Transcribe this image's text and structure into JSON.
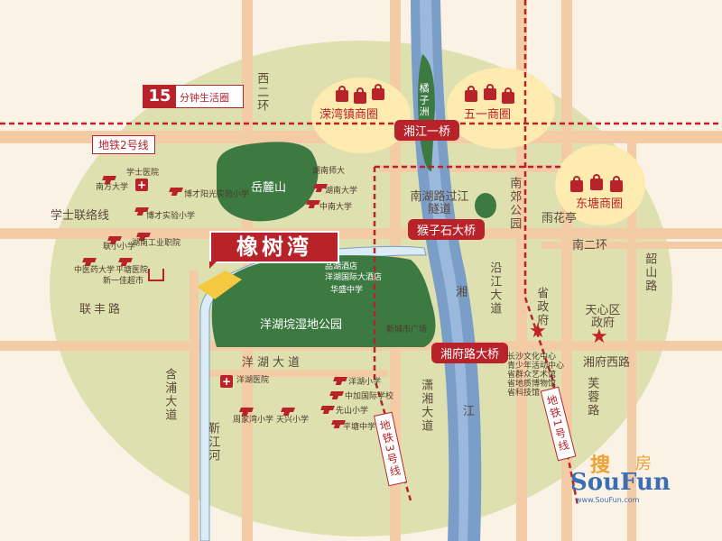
{
  "legend": {
    "number": "15",
    "text": "分钟生活圈"
  },
  "project": {
    "name": "橡树湾"
  },
  "commercial": {
    "hanwan": "溁湾镇商圈",
    "wuyi": "五一商圈",
    "dongtang": "东塘商圈",
    "yuhuating": "雨花亭"
  },
  "bridges": {
    "xiangjiang1": "湘江一桥",
    "houzishi": "猴子石大桥",
    "xiangfu": "湘府路大桥"
  },
  "metro": {
    "line2": "地铁2号线",
    "line3": "地铁3号线",
    "line1": "地铁1号线"
  },
  "roads": {
    "xierhuan": "西二环",
    "xueshi": "学士联络线",
    "lianfeng": "联丰路",
    "yanghu": "洋湖大道",
    "hanpu": "含浦大道",
    "jinjiang": "靳江河",
    "xiaoxiang": "潇湘大道",
    "yanjiang": "沿江大道",
    "nanerhuan": "南二环",
    "shaoshan": "韶山路",
    "xiangfuxi": "湘府西路",
    "furong": "芙蓉路",
    "nanhu": "南湖路过江隧道"
  },
  "places": {
    "juzizhou": "橘子洲",
    "yueshan": "岳麓山",
    "nanjiao": "南郊公园",
    "yanghu_park": "洋湖垸湿地公园",
    "xiang": "湘",
    "jiang": "江",
    "gov": "省政府",
    "tianxin": "天心区政府"
  },
  "pois": {
    "nanfang": "南方大学",
    "xueshi_hosp": "学士医院",
    "xinzhi": "博才阳光实验小学",
    "boca": "博才实验小学",
    "lianxiao": "联小小学",
    "hunan_gy": "湖南工业职院",
    "chinese_med": "中医药大学",
    "hunan_shifan": "湖南师大",
    "zhongnan": "中南大学",
    "hunan_u": "湖南大学",
    "pingdian": "平塘医院",
    "hanwan": "新一佳超市",
    "yh_hosp": "洋湖医院",
    "yh_school": "洋湖小学",
    "zhongjian": "中加国际学校",
    "xianshan": "先山小学",
    "pingzheng": "平塘中学",
    "zhoujia": "周家湾小学",
    "tianxing": "天兴小学",
    "hotel1": "品湖酒店",
    "hotel2": "洋湖国际大酒店",
    "school3": "华盛中学",
    "new_mall": "新城市广场",
    "culture1": "长沙文化中心",
    "culture2": "青少年活动中心",
    "culture3": "省群众艺术馆",
    "culture4": "省地质博物馆",
    "culture5": "省科技馆"
  },
  "watermark": {
    "cn1": "搜",
    "cn2": "房",
    "brand": "SouFun",
    "url": "www.SouFun.com"
  },
  "colors": {
    "background": "#fbf2e6",
    "circle": "#dfe0b0",
    "river": "#7a9ec8",
    "river_light": "#dcecf7",
    "park": "#3d7a42",
    "road": "#f3cba5",
    "accent_red": "#b8232a",
    "commercial": "#fdebb0"
  }
}
